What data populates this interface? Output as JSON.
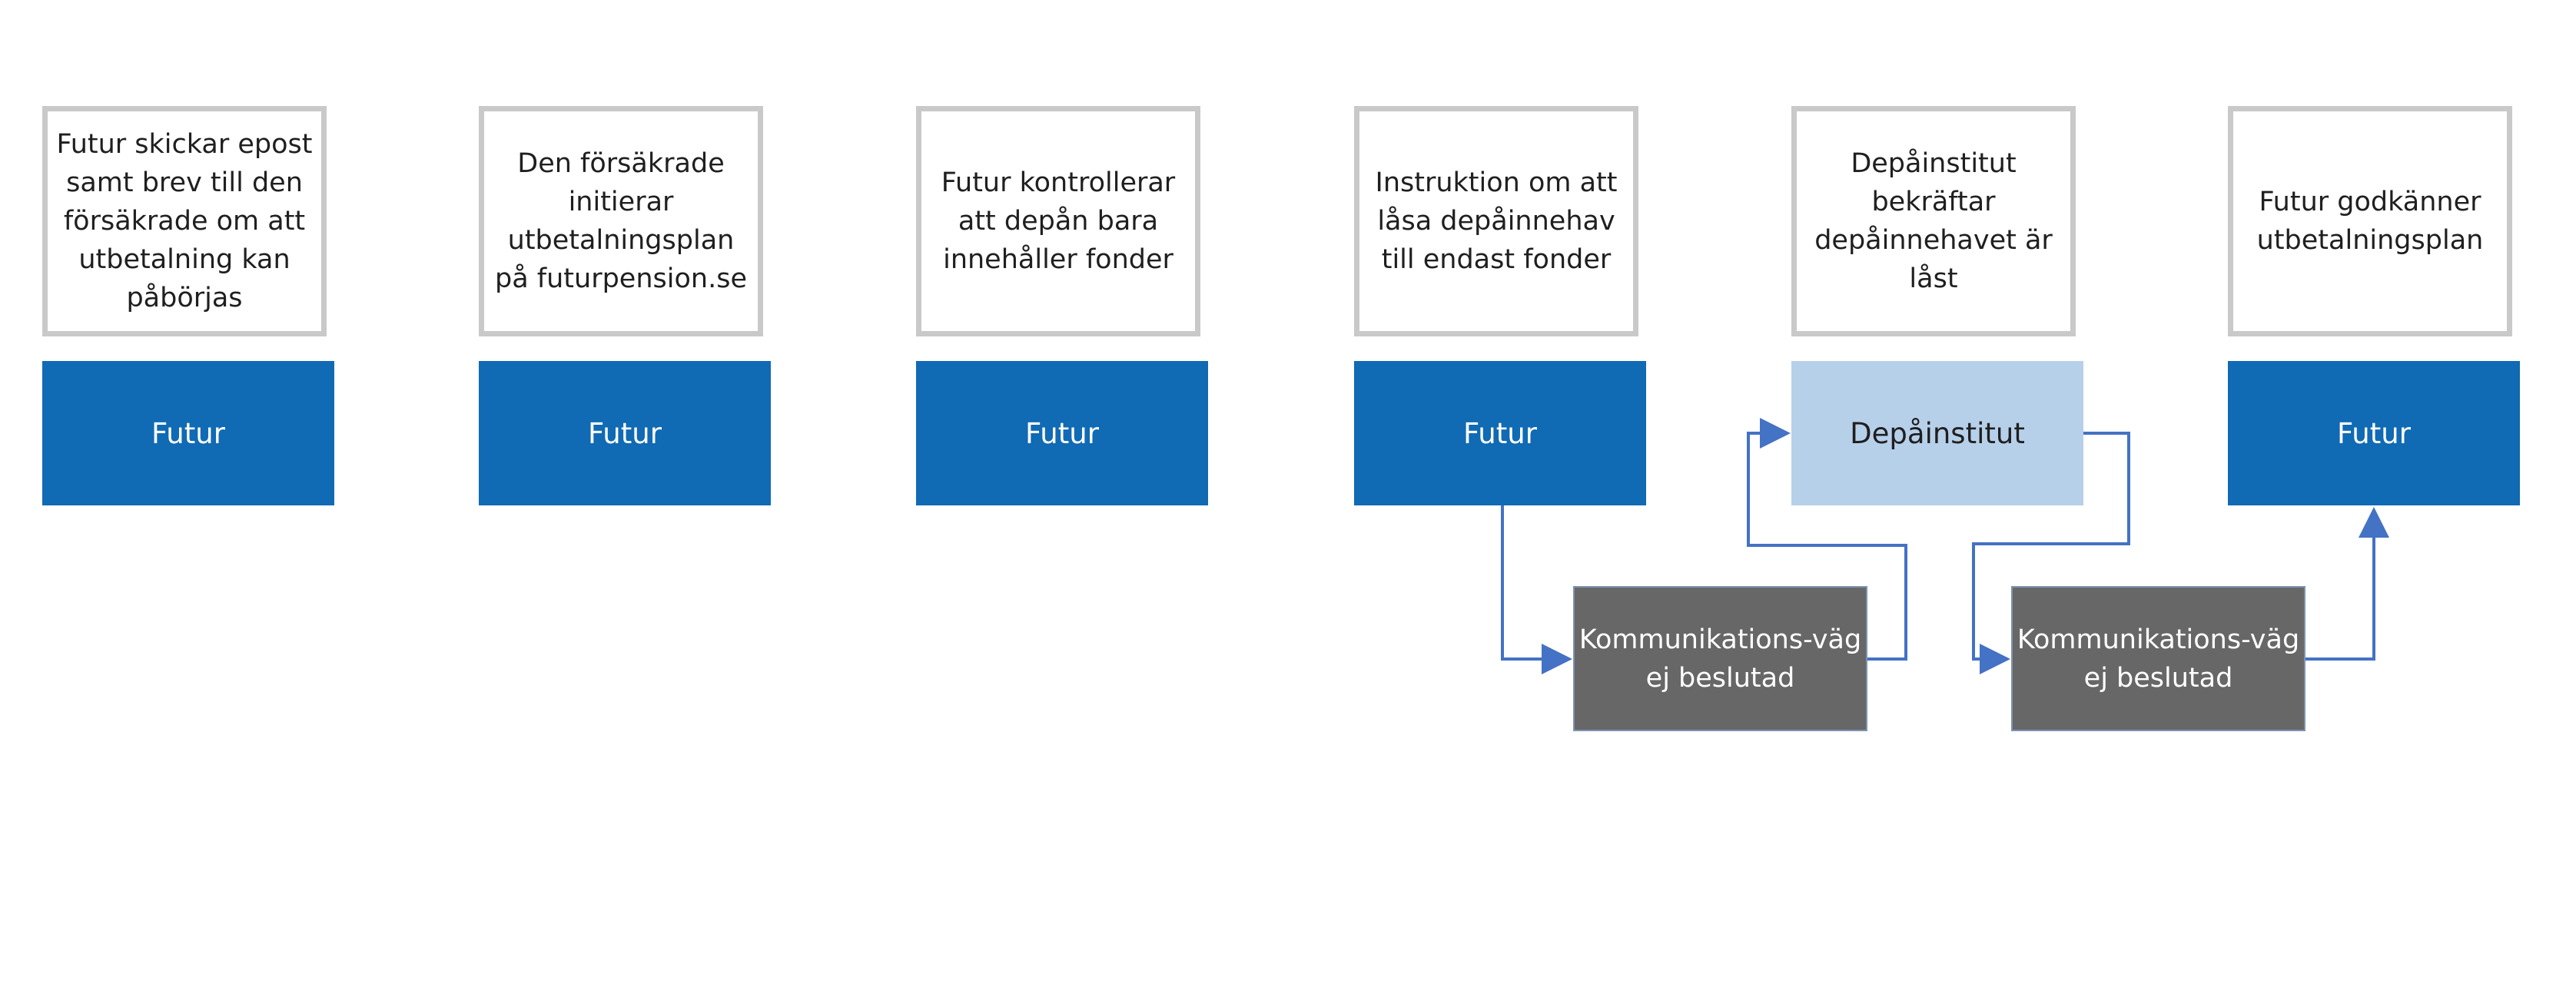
{
  "steps": [
    {
      "description": "Futur skickar epost samt brev till den försäkrade om att utbetalning kan påbörjas",
      "actor": "Futur"
    },
    {
      "description": "Den försäkrade initierar utbetalningsplan på futurpension.se",
      "actor": "Futur"
    },
    {
      "description": "Futur kontrollerar att depån bara innehåller fonder",
      "actor": "Futur"
    },
    {
      "description": "Instruktion om att låsa depåinnehav till endast fonder",
      "actor": "Futur"
    },
    {
      "description": "Depåinstitut bekräftar depåinnehavet är låst",
      "actor": "Depåinstitut"
    },
    {
      "description": "Futur godkänner utbetalningsplan",
      "actor": "Futur"
    }
  ],
  "communication": [
    {
      "label": "Kommunikations-väg ej beslutad"
    },
    {
      "label": "Kommunikations-väg ej beslutad"
    }
  ],
  "colors": {
    "futur": "#106ab4",
    "depainstitut": "#b7d0ea",
    "communication": "#676767",
    "connector": "#4472c4",
    "description_border": "#c9c9c9"
  }
}
